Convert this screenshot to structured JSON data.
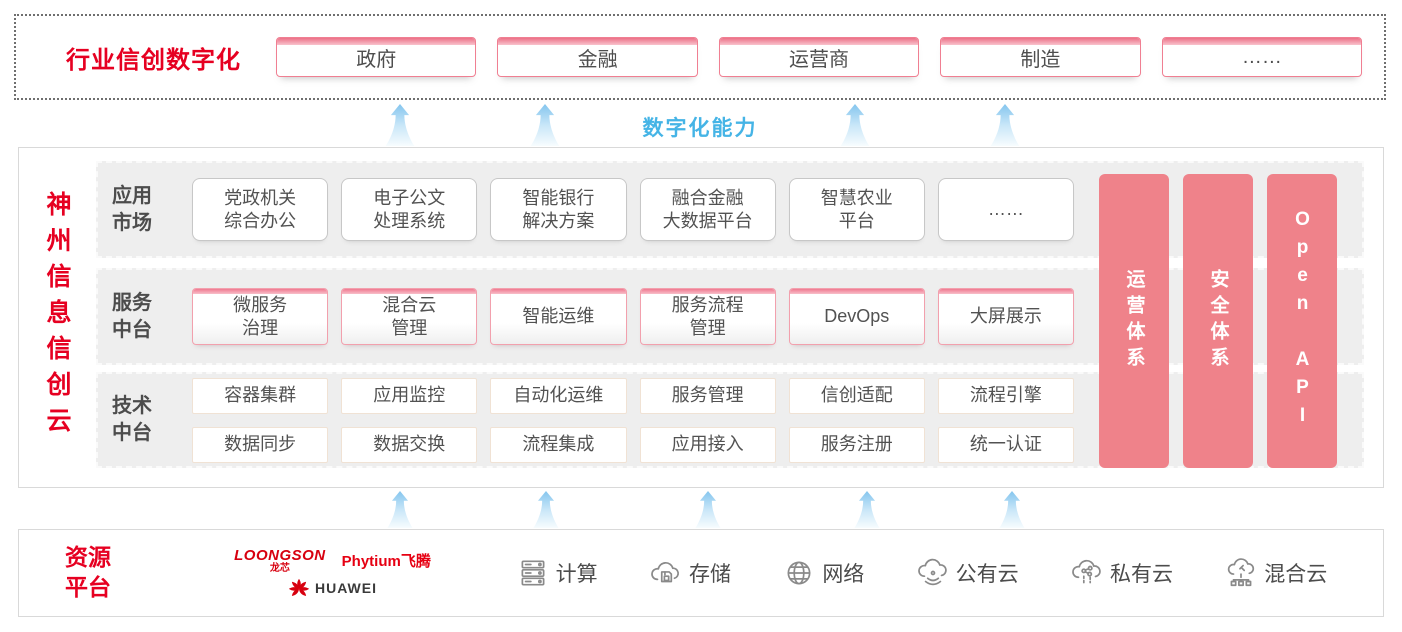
{
  "colors": {
    "accent_red": "#e60021",
    "accent_blue": "#45b4e6",
    "bar_pink": "#ef828a"
  },
  "top_banner": {
    "title": "行业信创数字化",
    "sectors": [
      "政府",
      "金融",
      "运营商",
      "制造",
      "……"
    ]
  },
  "capability_label": "数字化能力",
  "main": {
    "vertical_title": "神州信息信创云",
    "app_row": {
      "label": "应用\n市场",
      "items": [
        "党政机关\n综合办公",
        "电子公文\n处理系统",
        "智能银行\n解决方案",
        "融合金融\n大数据平台",
        "智慧农业\n平台",
        "……"
      ]
    },
    "service_row": {
      "label": "服务\n中台",
      "items": [
        "微服务\n治理",
        "混合云\n管理",
        "智能运维",
        "服务流程\n管理",
        "DevOps",
        "大屏展示"
      ]
    },
    "tech_row": {
      "label": "技术\n中台",
      "items_top": [
        "容器集群",
        "应用监控",
        "自动化运维",
        "服务管理",
        "信创适配",
        "流程引擎"
      ],
      "items_bottom": [
        "数据同步",
        "数据交换",
        "流程集成",
        "应用接入",
        "服务注册",
        "统一认证"
      ]
    },
    "side_bars": [
      "运营体系",
      "安全体系",
      "Open API"
    ]
  },
  "resources": {
    "label": "资源\n平台",
    "vendors": {
      "loongson": "LOONGSON",
      "loongson_cn": "龙芯",
      "phytium": "Phytium飞腾",
      "huawei": "HUAWEI"
    },
    "items": [
      {
        "icon": "compute-icon",
        "label": "计算"
      },
      {
        "icon": "storage-icon",
        "label": "存储"
      },
      {
        "icon": "network-icon",
        "label": "网络"
      },
      {
        "icon": "public-cloud-icon",
        "label": "公有云"
      },
      {
        "icon": "private-cloud-icon",
        "label": "私有云"
      },
      {
        "icon": "hybrid-cloud-icon",
        "label": "混合云"
      }
    ]
  }
}
